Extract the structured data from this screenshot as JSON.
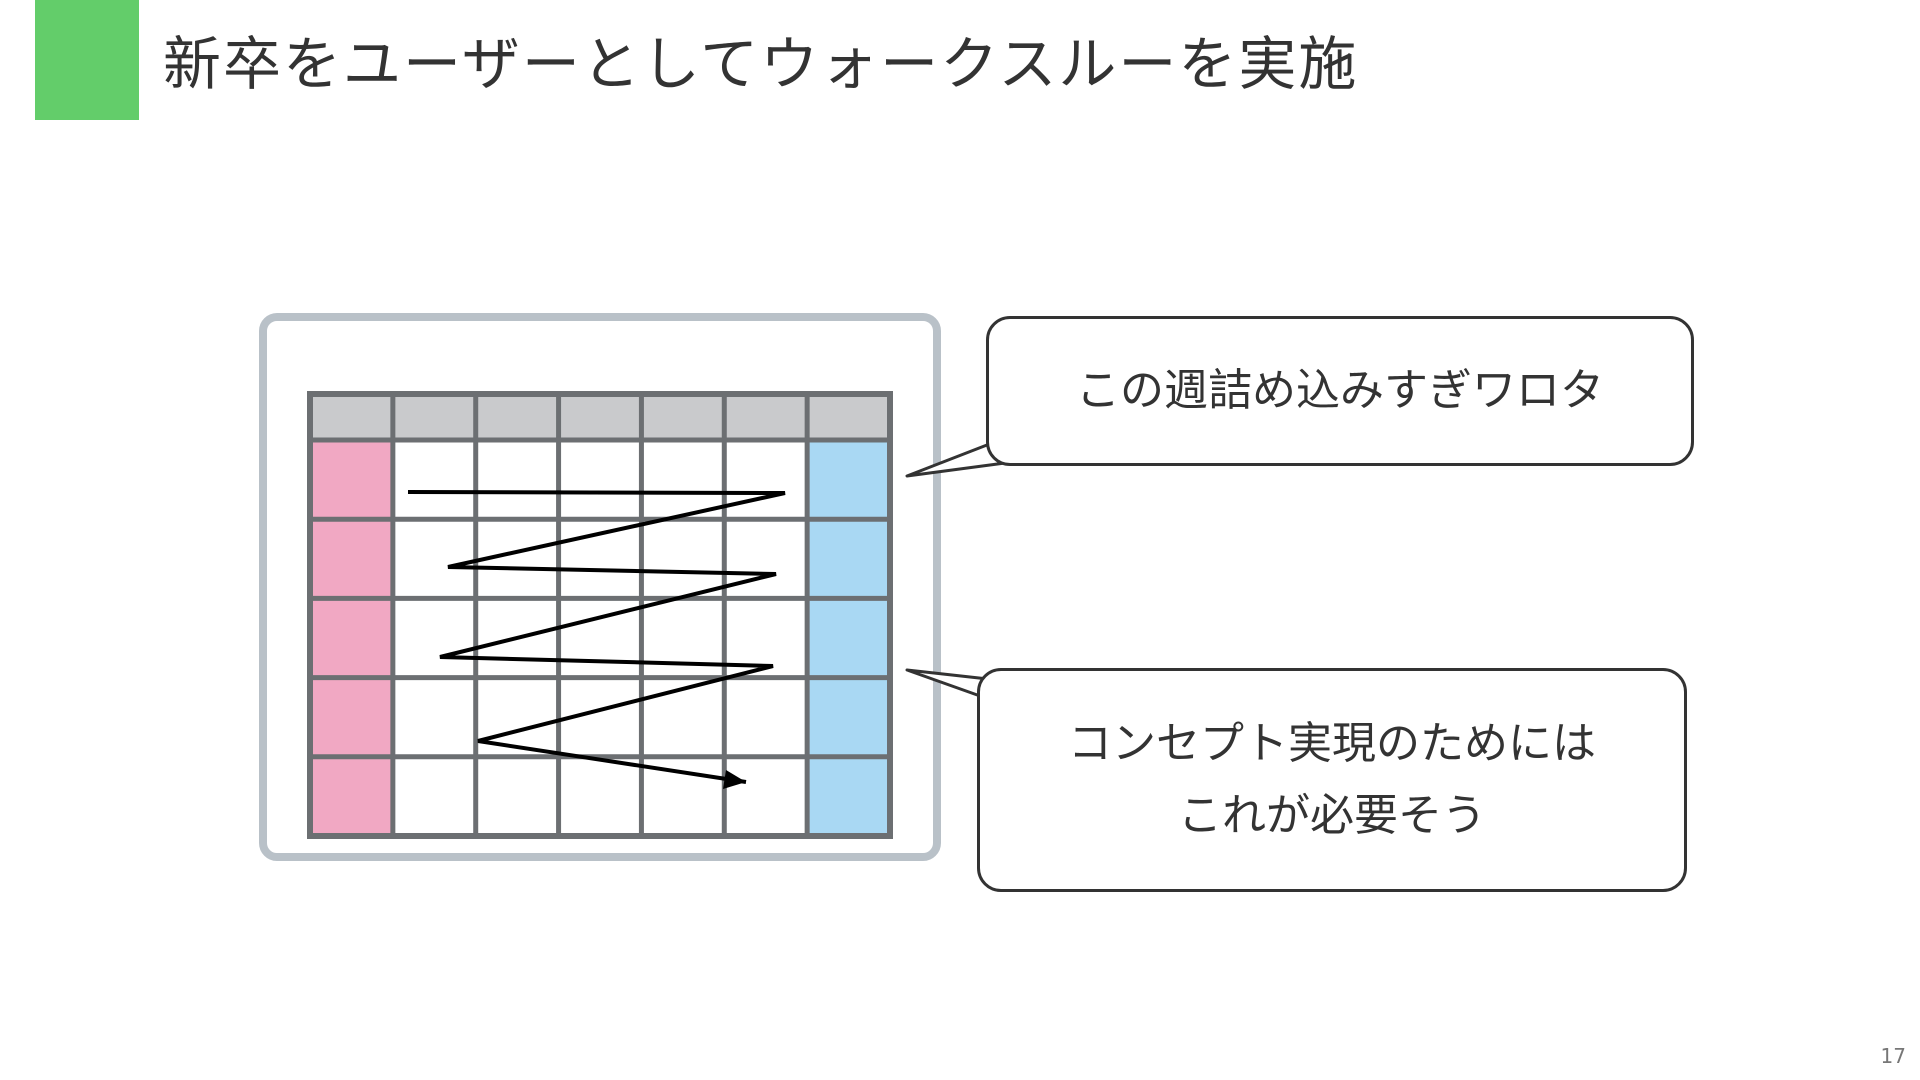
{
  "slide": {
    "title": "新卒をユーザーとしてウォークスルーを実施",
    "page_number": "17"
  },
  "callouts": {
    "top": {
      "lines": [
        "この週詰め込みすぎワロタ"
      ]
    },
    "bottom": {
      "lines": [
        "コンセプト実現のためには",
        "これが必要そう"
      ]
    }
  },
  "illustration": {
    "subject": "weekly-calendar-with-zigzag-arrow",
    "grid_rows": 5,
    "grid_columns": 7
  },
  "colors": {
    "accent": "#63cd6a",
    "text": "#333333",
    "calendar_frame": "#b9c1c8",
    "grid_line": "#6c6f72",
    "header_row": "#c9cacc",
    "left_column": "#f1a8c3",
    "right_column": "#a9d8f3",
    "arrow": "#000000"
  }
}
